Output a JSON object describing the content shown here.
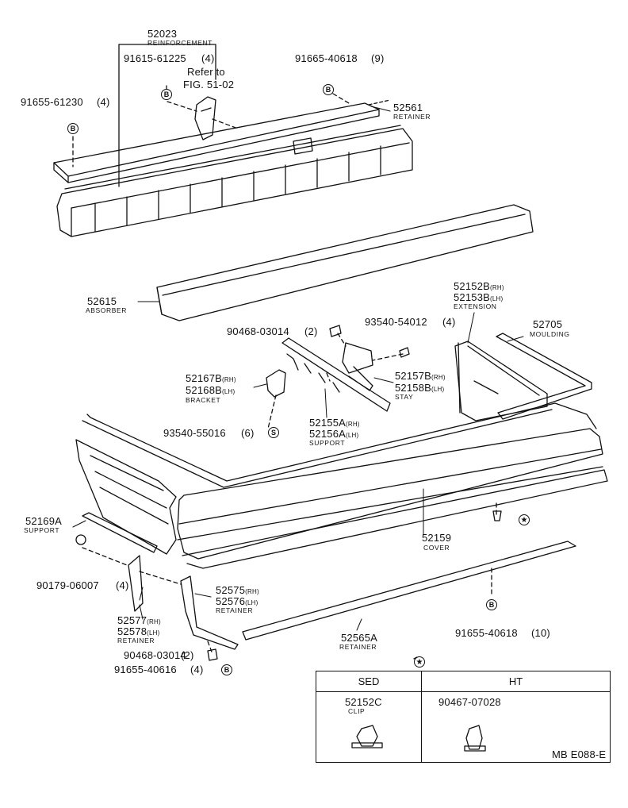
{
  "diagram_code": "MB E088-E",
  "symbols": {
    "bolt": "B",
    "screw": "S",
    "clip_marker": "★"
  },
  "parts": {
    "reinforcement": {
      "number": "52023",
      "name": "REINFORCEMENT"
    },
    "bolt_reinf": {
      "number": "91615-61225",
      "qty": "(4)"
    },
    "refer": {
      "line1": "Refer to",
      "line2": "FIG. 51-02"
    },
    "bolt_retainer_top": {
      "number": "91665-40618",
      "qty": "(9)"
    },
    "bolt_left": {
      "number": "91655-61230",
      "qty": "(4)"
    },
    "retainer_upper": {
      "number": "52561",
      "name": "RETAINER"
    },
    "absorber": {
      "number": "52615",
      "name": "ABSORBER"
    },
    "extension": {
      "number_rh": "52152B",
      "rh": "(RH)",
      "number_lh": "52153B",
      "lh": "(LH)",
      "name": "EXTENSION"
    },
    "moulding": {
      "number": "52705",
      "name": "MOULDING"
    },
    "nut_support": {
      "number": "90468-03014",
      "qty": "(2)"
    },
    "screw_stay": {
      "number": "93540-54012",
      "qty": "(4)"
    },
    "bracket": {
      "number_rh": "52167B",
      "rh": "(RH)",
      "number_lh": "52168B",
      "lh": "(LH)",
      "name": "BRACKET"
    },
    "stay": {
      "number_rh": "52157B",
      "rh": "(RH)",
      "number_lh": "52158B",
      "lh": "(LH)",
      "name": "STAY"
    },
    "support_center": {
      "number_rh": "52155A",
      "rh": "(RH)",
      "number_lh": "52156A",
      "lh": "(LH)",
      "name": "SUPPORT"
    },
    "screw_bracket": {
      "number": "93540-55016",
      "qty": "(6)"
    },
    "support_side": {
      "number": "52169A",
      "name": "SUPPORT"
    },
    "cover": {
      "number": "52159",
      "name": "COVER"
    },
    "nut_side": {
      "number": "90179-06007",
      "qty": "(4)"
    },
    "retainer_side_rh": {
      "number_rh": "52575",
      "rh": "(RH)",
      "number_lh": "52576",
      "lh": "(LH)",
      "name": "RETAINER"
    },
    "retainer_lower_side": {
      "number_rh": "52577",
      "rh": "(RH)",
      "number_lh": "52578",
      "lh": "(LH)",
      "name": "RETAINER"
    },
    "retainer_lower": {
      "number": "52565A",
      "name": "RETAINER"
    },
    "bolt_lower": {
      "number": "91655-40618",
      "qty": "(10)"
    },
    "nut_lower": {
      "number": "90468-03014",
      "qty": "(2)"
    },
    "bolt_bottom": {
      "number": "91655-40616",
      "qty": "(4)"
    }
  },
  "legend": {
    "col_left": "SED",
    "col_right": "HT",
    "left_part": {
      "number": "52152C",
      "name": "CLIP"
    },
    "right_part": {
      "number": "90467-07028"
    }
  }
}
